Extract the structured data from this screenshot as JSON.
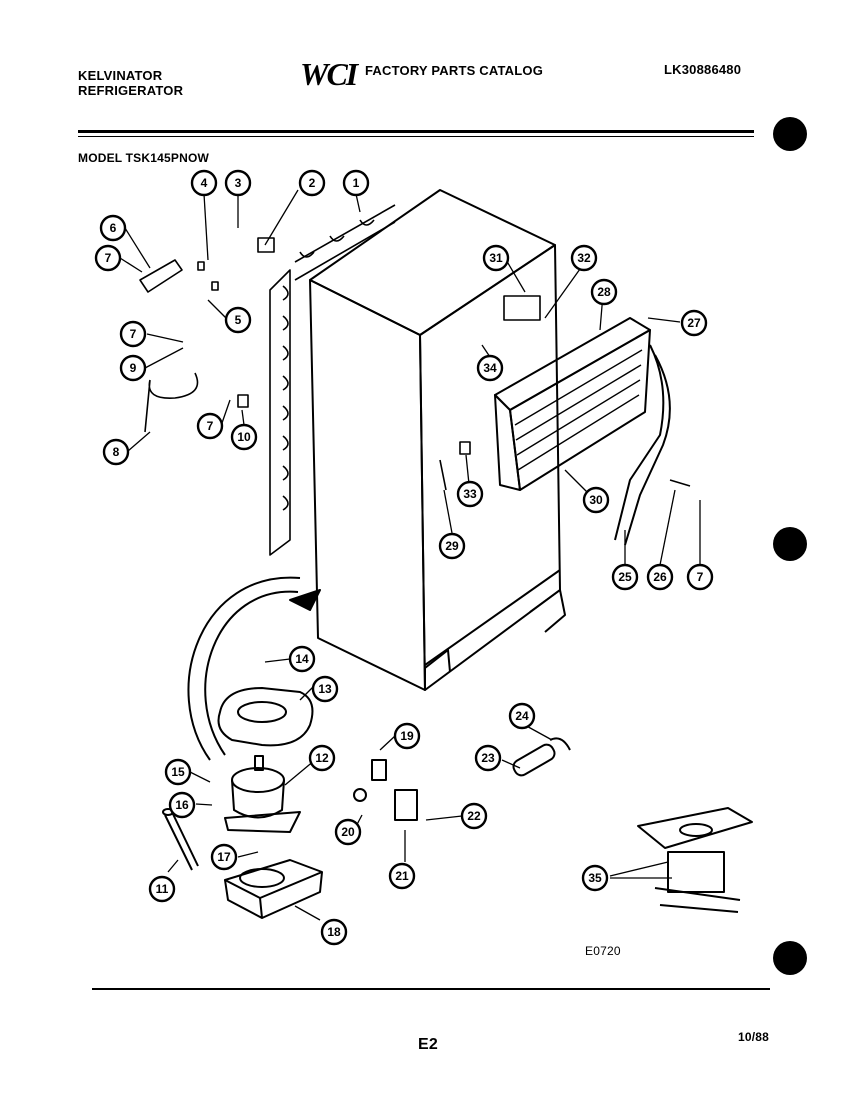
{
  "header": {
    "brand_line1": "KELVINATOR",
    "brand_line2": "REFRIGERATOR",
    "logo": "WCI",
    "catalog_title": "FACTORY PARTS CATALOG",
    "catalog_number": "LK30886480"
  },
  "model_label": "MODEL TSK145PNOW",
  "diagram_code": "E0720",
  "footer": {
    "page": "E2",
    "date": "10/88"
  },
  "callouts": [
    {
      "label": "1"
    },
    {
      "label": "2"
    },
    {
      "label": "3"
    },
    {
      "label": "4"
    },
    {
      "label": "6"
    },
    {
      "label": "7"
    },
    {
      "label": "5"
    },
    {
      "label": "7"
    },
    {
      "label": "9"
    },
    {
      "label": "8"
    },
    {
      "label": "7"
    },
    {
      "label": "10"
    },
    {
      "label": "31"
    },
    {
      "label": "32"
    },
    {
      "label": "28"
    },
    {
      "label": "27"
    },
    {
      "label": "34"
    },
    {
      "label": "33"
    },
    {
      "label": "29"
    },
    {
      "label": "30"
    },
    {
      "label": "25"
    },
    {
      "label": "26"
    },
    {
      "label": "7"
    },
    {
      "label": "14"
    },
    {
      "label": "13"
    },
    {
      "label": "12"
    },
    {
      "label": "19"
    },
    {
      "label": "24"
    },
    {
      "label": "23"
    },
    {
      "label": "15"
    },
    {
      "label": "16"
    },
    {
      "label": "20"
    },
    {
      "label": "22"
    },
    {
      "label": "17"
    },
    {
      "label": "21"
    },
    {
      "label": "11"
    },
    {
      "label": "18"
    },
    {
      "label": "35"
    }
  ]
}
